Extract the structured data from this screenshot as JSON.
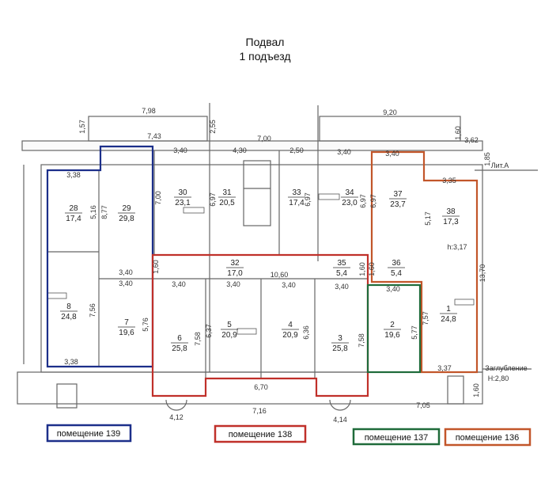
{
  "title": {
    "line1": "Подвал",
    "line2": "1 подъезд"
  },
  "colors": {
    "unit139": "#1c2f8a",
    "unit138": "#c0302a",
    "unit137": "#1f6b3a",
    "unit136": "#c2562a",
    "walls": "#666666"
  },
  "rooms": [
    {
      "no": "28",
      "area": "17,4"
    },
    {
      "no": "29",
      "area": "29,8"
    },
    {
      "no": "30",
      "area": "23,1"
    },
    {
      "no": "31",
      "area": "20,5"
    },
    {
      "no": "33",
      "area": "17,4"
    },
    {
      "no": "34",
      "area": "23,0"
    },
    {
      "no": "37",
      "area": "23,7"
    },
    {
      "no": "38",
      "area": "17,3"
    },
    {
      "no": "32",
      "area": "17,0"
    },
    {
      "no": "35",
      "area": "5,4"
    },
    {
      "no": "36",
      "area": "5,4"
    },
    {
      "no": "8",
      "area": "24,8"
    },
    {
      "no": "7",
      "area": "19,6"
    },
    {
      "no": "6",
      "area": "25,8"
    },
    {
      "no": "5",
      "area": "20,9"
    },
    {
      "no": "4",
      "area": "20,9"
    },
    {
      "no": "3",
      "area": "25,8"
    },
    {
      "no": "2",
      "area": "19,6"
    },
    {
      "no": "1",
      "area": "24,8"
    }
  ],
  "dims": [
    "7,98",
    "1,57",
    "2,55",
    "9,20",
    "1,60",
    "3,62",
    "7,43",
    "7,00",
    "3,40",
    "4,30",
    "2,50",
    "3,40",
    "3,40",
    "1,85",
    "3,38",
    "3,35",
    "5,16",
    "8,77",
    "7,00",
    "6,97",
    "6,97",
    "6,97",
    "6,97",
    "5,17",
    "h:3,17",
    "1,60",
    "10,60",
    "1,60",
    "1,60",
    "3,40",
    "3,40",
    "3,40",
    "3,40",
    "3,40",
    "3,40",
    "3,40",
    "13,70",
    "7,56",
    "5,76",
    "7,58",
    "6,37",
    "6,36",
    "7,58",
    "5,77",
    "7,57",
    "3,38",
    "3,37",
    "Заглубление",
    "Н:2,80",
    "6,70",
    "7,16",
    "7,05",
    "1,60",
    "4,12",
    "4,14",
    "Лит.А"
  ],
  "legend": [
    {
      "label": "помещение 139"
    },
    {
      "label": "помещение 138"
    },
    {
      "label": "помещение 137"
    },
    {
      "label": "помещение 136"
    }
  ]
}
